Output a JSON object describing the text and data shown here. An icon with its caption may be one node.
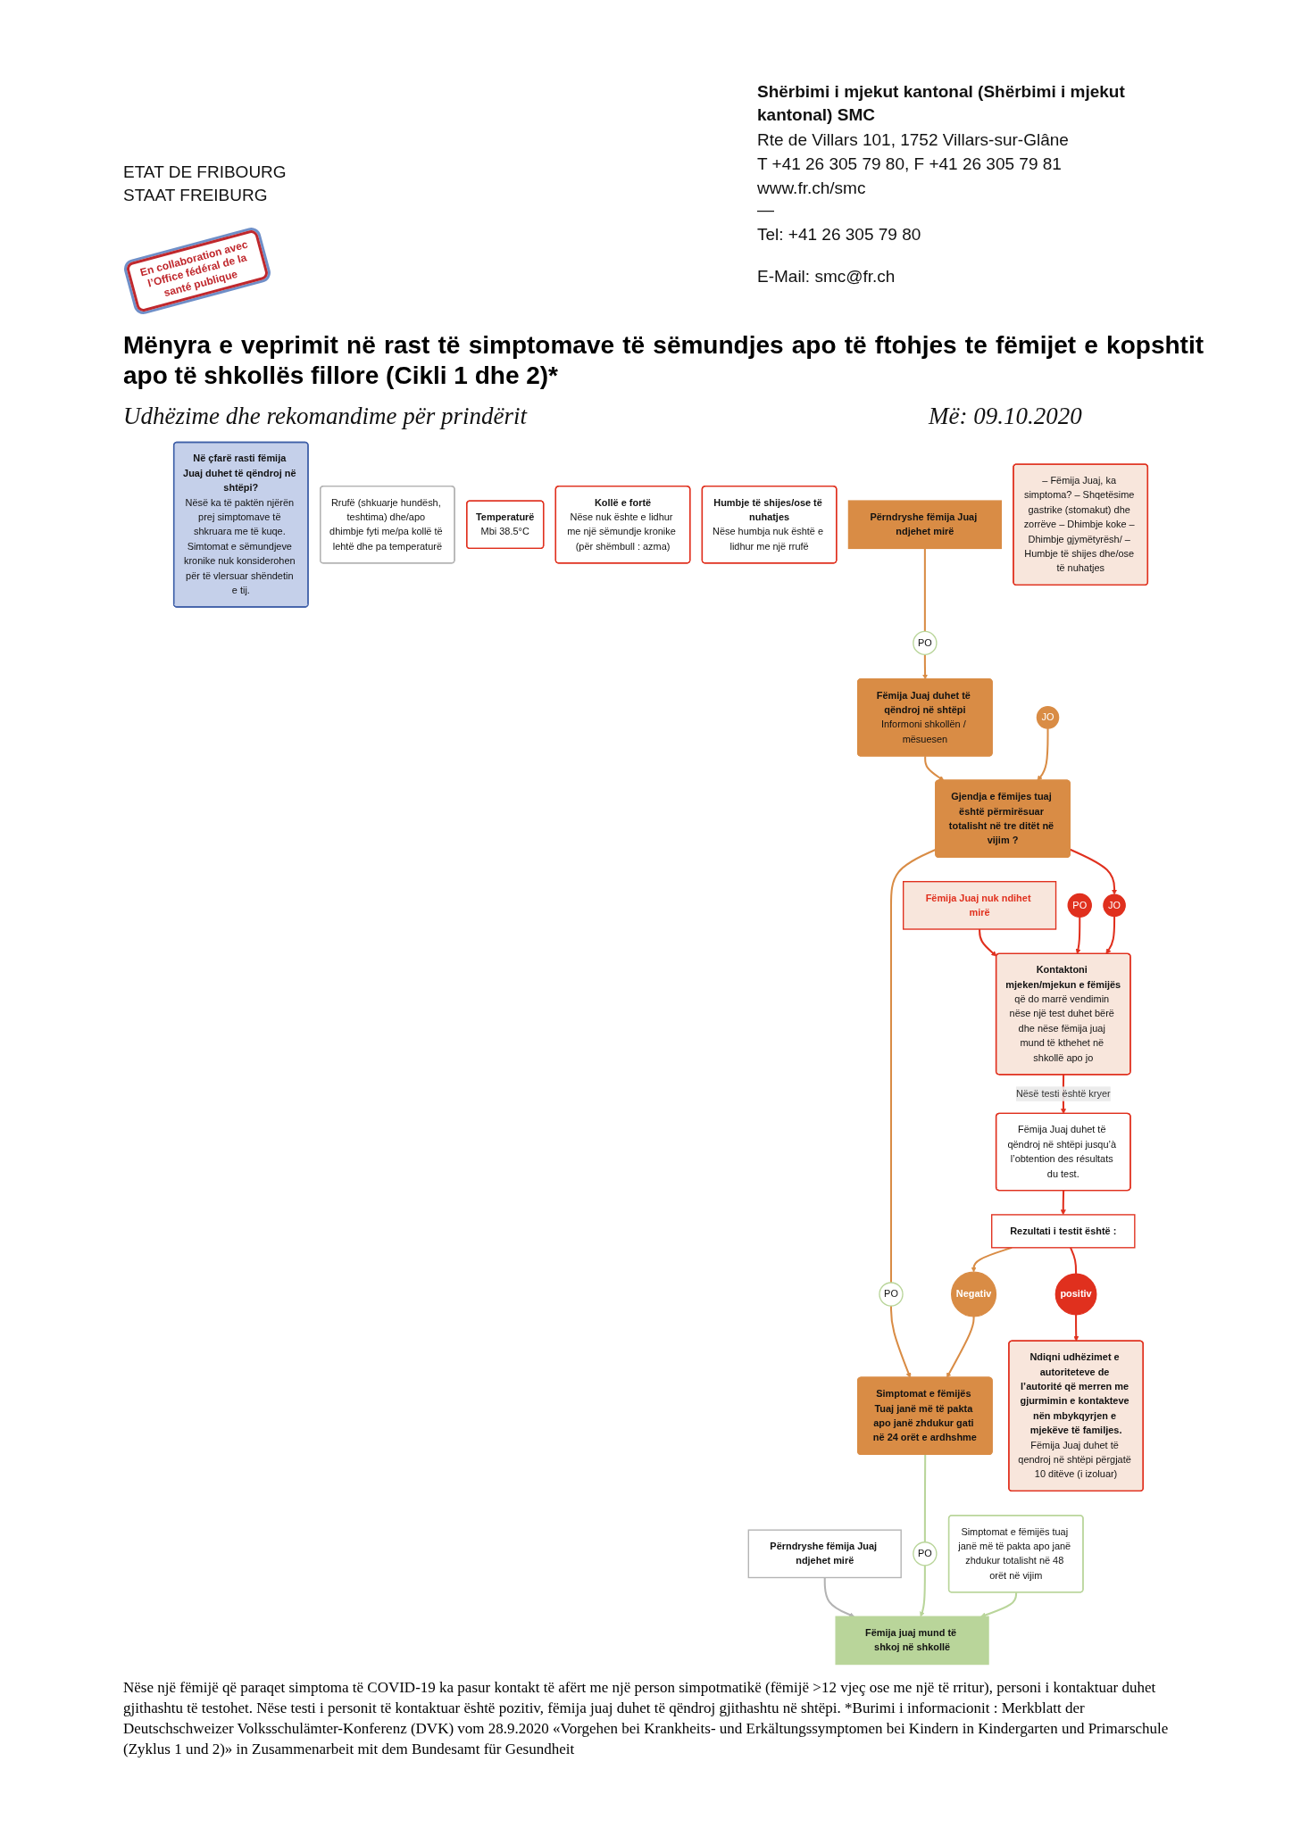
{
  "diagram": {
    "title": "Mënyra e veprimit në rast të simptomave të sëmundjes apo të ftohjes te fëmijet e kopshtit apo të shkollës fillore (Cikli 1 dhe 2)*",
    "caption": "Nëse një fëmijë që paraqet simptoma të COVID-19 ka pasur kontakt të afërt me një person simpotmatikë (fëmijë >12 vjeç ose me një të rritur), personi i kontaktuar duhet gjithashtu të testohet. Nëse testi i personit të kontaktuar është pozitiv, fëmija juaj duhet të qëndroj gjithashtu në shtëpi. *Burimi i informacionit : Merkblatt der Deutschschweizer Volksschulämter-Konferenz (DVK) vom 28.9.2020 «Vorgehen bei Krankheits- und Erkältungssymptomen bei Kindern in Kindergarten und Primarschule (Zyklus 1 und 2)» in Zusammenarbeit mit dem Bundesamt für Gesundheit",
    "nodes": [
      {
        "text": [
          "Në çfarë rasti fëmija Juaj duhet të qëndroj në shtëpi?",
          "Nësë ka të paktën njërën prej simptomave të shkruara me të kuqe. Simtomat e sëmundjeve kronike nuk konsiderohen për të vlersuar shëndetin e tij."
        ]
      },
      {
        "text": [
          "Rrufë (shkuarje hundësh, teshtima) dhe/apo dhimbje fyti me/pa kollë të lehtë dhe pa temperaturë"
        ]
      },
      {
        "text": [
          "Temperaturë",
          "Mbi  38.5°C"
        ]
      },
      {
        "text": [
          "Kollë e fortë",
          "Nëse nuk ështe e lidhur me një sëmundje kronike (për shëmbull : azma)"
        ]
      },
      {
        "text": [
          "Humbje të shijes/ose të nuhatjes",
          "Nëse humbja nuk është e lidhur me një rrufë"
        ]
      },
      {
        "text": [
          "Përndryshe fëmija Juaj ndjehet mirë"
        ]
      },
      {
        "text": [
          "Përndryshe fëmija Juaj ndjehet mirë"
        ]
      },
      {
        "text": [
          "Fëmija Juaj nuk ndihet mirë"
        ]
      },
      {
        "text": [
          "PO"
        ]
      },
      {
        "text": [
          "Fëmija Juaj duhet të qëndroj në shtëpi",
          "Informoni shkollën / mësuesen"
        ]
      },
      {
        "text": [
          "JO"
        ]
      },
      {
        "text": [
          "– Fëmija Juaj, ka simptoma? – Shqetësime gastrike (stomakut) dhe zorrëve – Dhimbje koke – Dhimbje gjymëtyrësh/ – Humbje të shijes dhe/ose të nuhatjes"
        ]
      },
      {
        "text": [
          "PO"
        ]
      },
      {
        "text": [
          "Gjendja e fëmijes tuaj është përmirësuar totalisht në tre ditët në vijim ?"
        ]
      },
      {
        "text": [
          "JO"
        ]
      },
      {
        "text": [
          "Kontaktoni mjeken/mjekun e fëmijës",
          "që do marrë vendimin nëse një test duhet bërë dhe nëse fëmija juaj mund të kthehet në shkollë apo jo"
        ]
      },
      {
        "text": [
          "PO"
        ]
      },
      {
        "text": [
          "Fëmija Juaj duhet të qëndroj në shtëpi jusqu’à l’obtention des résultats du test."
        ]
      },
      {
        "text": [
          "Rezultati i testit është :"
        ]
      },
      {
        "text": [
          "Negativ"
        ]
      },
      {
        "text": [
          "Simptomat e fëmijës Tuaj janë më të pakta apo janë zhdukur gati në 24 orët e ardhshme"
        ]
      },
      {
        "text": [
          "positiv"
        ]
      },
      {
        "text": [
          "Ndiqni udhëzimet e autoriteteve de l’autorité që merren me gjurmimin e kontakteve nën mbykqyrjen e mjekëve të familjes.",
          "Fëmija Juaj duhet të qendroj në shtëpi përgjatë 10 ditëve (i izoluar)"
        ]
      },
      {
        "text": [
          "PO"
        ]
      },
      {
        "text": [
          "Simptomat e fëmijës tuaj janë më të pakta apo janë zhdukur totalisht në 48 orët në vijim"
        ]
      },
      {
        "text": [
          "Fëmija juaj mund të shkoj në shkollë"
        ]
      }
    ],
    "edges": [
      {
        "from": 5,
        "to": 25,
        "arrow": "to",
        "color": "#b3b3b3"
      },
      {
        "from": 6,
        "to": 8,
        "arrow": "none",
        "color": "#d98c45"
      },
      {
        "from": 8,
        "to": 9,
        "arrow": "to",
        "color": "#d98c45"
      },
      {
        "from": 9,
        "to": 13,
        "arrow": "to",
        "color": "#d98c45"
      },
      {
        "from": 10,
        "to": 13,
        "arrow": "to",
        "color": "#d98c45"
      },
      {
        "from": 7,
        "to": 15,
        "arrow": "to",
        "color": "#e0301e"
      },
      {
        "from": 12,
        "to": 15,
        "arrow": "to",
        "color": "#e0301e"
      },
      {
        "from": 13,
        "to": 14,
        "arrow": "to",
        "color": "#e0301e"
      },
      {
        "from": 14,
        "to": 15,
        "arrow": "to",
        "color": "#e0301e"
      },
      {
        "from": 13,
        "to": 16,
        "arrow": "none",
        "color": "#d98c45"
      },
      {
        "from": 16,
        "to": 20,
        "arrow": "to",
        "color": "#d98c45"
      },
      {
        "from": 15,
        "to": 17,
        "label": "Nësë testi është kryer",
        "arrow": "to",
        "color": "#e0301e"
      },
      {
        "from": 17,
        "to": 18,
        "arrow": "to",
        "color": "#e0301e"
      },
      {
        "from": 18,
        "to": 19,
        "arrow": "to",
        "color": "#d98c45"
      },
      {
        "from": 19,
        "to": 20,
        "arrow": "to",
        "color": "#d98c45"
      },
      {
        "from": 18,
        "to": 21,
        "arrow": "none",
        "color": "#e0301e"
      },
      {
        "from": 21,
        "to": 22,
        "arrow": "to",
        "color": "#e0301e"
      },
      {
        "from": 20,
        "to": 23,
        "arrow": "none",
        "color": "#b9d59a"
      },
      {
        "from": 23,
        "to": 25,
        "arrow": "to",
        "color": "#b9d59a"
      },
      {
        "from": 24,
        "to": 25,
        "arrow": "to",
        "color": "#b9d59a"
      }
    ],
    "labels": [
      "ETAT DE FRIBOURG STAAT FREIBURG",
      "En collaboration avec l’Office fédéral de la santé publique",
      "Shërbimi i mjekut kantonal  (Shërbimi i mjekut kantonal) SMC",
      "Rte de Villars 101, 1752 Villars-sur-Glâne",
      "T +41 26 305 79 80, F +41 26 305 79 81",
      "www.fr.ch/smc",
      "—",
      "Tel: +41 26 305 79 80",
      "E-Mail: smc@fr.ch",
      "Udhëzime dhe rekomandime për prindërit",
      "Më: 09.10.2020"
    ]
  }
}
